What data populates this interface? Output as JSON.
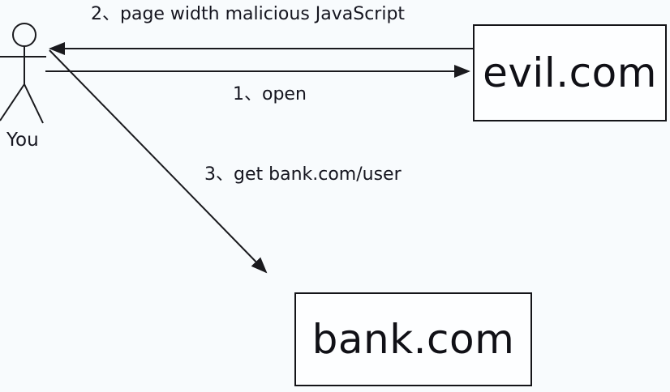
{
  "diagram": {
    "title_implicit": "cross-site request attack flow",
    "colors": {
      "background": "#f8fbfd",
      "line": "#1a1a1e",
      "text": "#15151f",
      "node_border": "#141418",
      "node_fill": "#fdfeff"
    },
    "actor": {
      "label": "You"
    },
    "nodes": {
      "evil": {
        "label": "evil.com"
      },
      "bank": {
        "label": "bank.com"
      }
    },
    "steps": {
      "step1": {
        "label": "1、open",
        "from": "You",
        "to": "evil.com"
      },
      "step2": {
        "label": "2、page width malicious JavaScript",
        "from": "evil.com",
        "to": "You"
      },
      "step3": {
        "label": "3、get bank.com/user",
        "from": "You",
        "to": "bank.com"
      }
    }
  }
}
